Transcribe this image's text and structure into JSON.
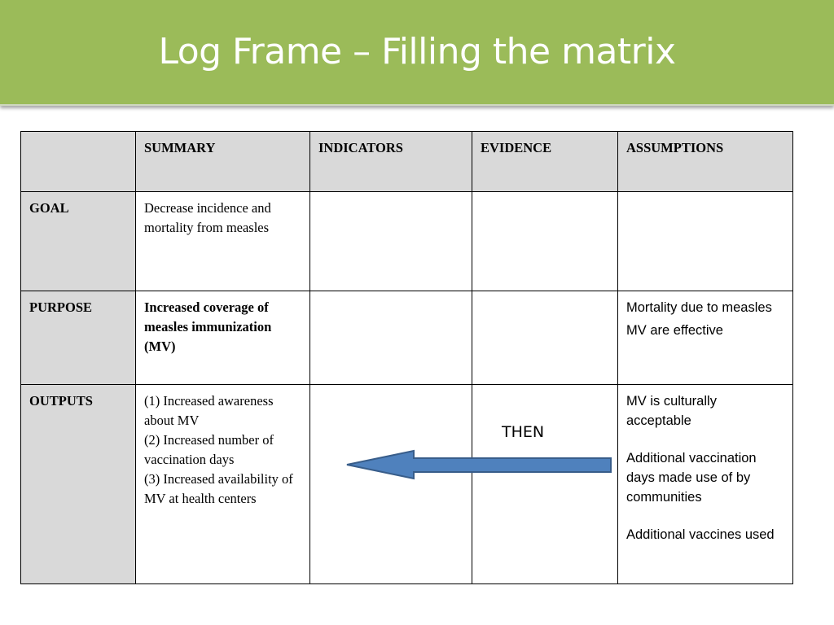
{
  "slide": {
    "title": "Log Frame – Filling the matrix",
    "accent_color": "#9bbb59"
  },
  "table": {
    "headers": [
      "",
      "SUMMARY",
      "INDICATORS",
      "EVIDENCE",
      "ASSUMPTIONS"
    ],
    "rows": [
      {
        "label": "GOAL",
        "summary": [
          "Decrease incidence and mortality from measles"
        ],
        "indicators": "",
        "evidence": "",
        "assumptions": []
      },
      {
        "label": "PURPOSE",
        "summary": [
          "Increased coverage of measles immunization (MV)"
        ],
        "indicators": "",
        "evidence": "",
        "assumptions": [
          "Mortality due to measles",
          "MV are effective"
        ]
      },
      {
        "label": "OUTPUTS",
        "summary": [
          "(1) Increased awareness about MV",
          "(2) Increased number of vaccination days",
          "(3) Increased availability of MV at health centers"
        ],
        "indicators": "",
        "evidence": "",
        "assumptions": [
          "MV is culturally acceptable",
          "Additional vaccination days made use of by communities",
          "Additional vaccines used"
        ]
      }
    ]
  },
  "annotation": {
    "label": "THEN",
    "arrow_direction": "left",
    "arrow_fill": "#4f81bd",
    "arrow_stroke": "#385d8a"
  }
}
